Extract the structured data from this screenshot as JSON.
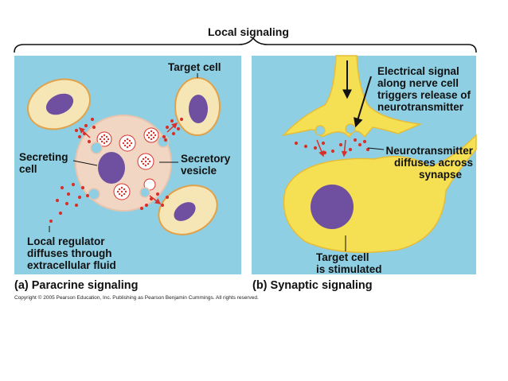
{
  "title": "Local signaling",
  "panel_a": {
    "caption": "(a) Paracrine signaling",
    "labels": {
      "target_cell": "Target cell",
      "secreting_cell_line1": "Secreting",
      "secreting_cell_line2": "cell",
      "secretory_vesicle_line1": "Secretory",
      "secretory_vesicle_line2": "vesicle",
      "local_regulator_line1": "Local regulator",
      "local_regulator_line2": "diffuses through",
      "local_regulator_line3": "extracellular fluid"
    }
  },
  "panel_b": {
    "caption": "(b) Synaptic signaling",
    "labels": {
      "electrical_line1": "Electrical signal",
      "electrical_line2": "along nerve cell",
      "electrical_line3": "triggers release of",
      "electrical_line4": "neurotransmitter",
      "neurotransmitter_line1": "Neurotransmitter",
      "neurotransmitter_line2": "diffuses across",
      "neurotransmitter_line3": "synapse",
      "target_line1": "Target cell",
      "target_line2": "is stimulated"
    }
  },
  "copyright": "Copyright © 2005 Pearson Education, Inc. Publishing as Pearson Benjamin Cummings. All rights reserved.",
  "colors": {
    "panel_bg": "#8ecfe3",
    "cell_fill": "#f7e6b5",
    "cell_stroke": "#e0a24a",
    "nucleus": "#6f4fa0",
    "molecule": "#d8312b",
    "neuron": "#f5df52",
    "secreting_cell": "#f2d6c4"
  }
}
